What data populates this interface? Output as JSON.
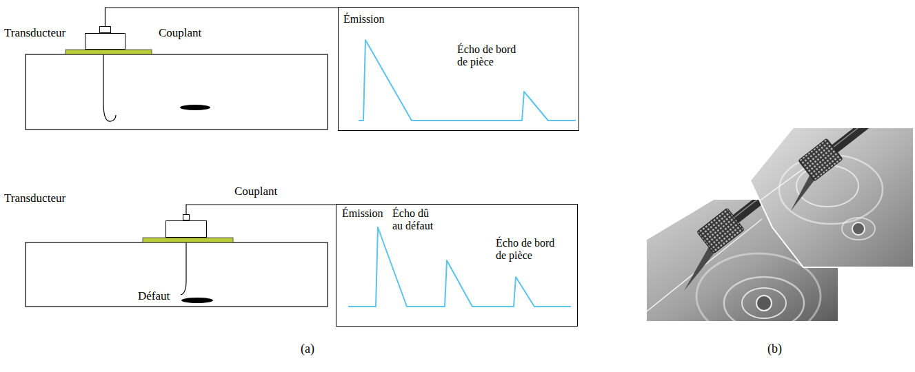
{
  "diagram": {
    "nodes": [
      {
        "text": [
          "Transducteur"
        ]
      },
      {
        "text": [
          "Émission",
          "Écho de bord de pièce"
        ]
      },
      {
        "text": [
          "Transducteur"
        ]
      },
      {
        "text": [
          "Émission",
          "Écho dû au défaut",
          "Écho de bord de pièce"
        ]
      }
    ],
    "edges": [
      {
        "from": 0,
        "to": 1,
        "arrow": "none"
      },
      {
        "from": 2,
        "to": 3,
        "arrow": "none"
      }
    ],
    "labels": [
      "Couplant",
      "Couplant",
      "Défaut",
      "(a)",
      "(b)"
    ]
  }
}
